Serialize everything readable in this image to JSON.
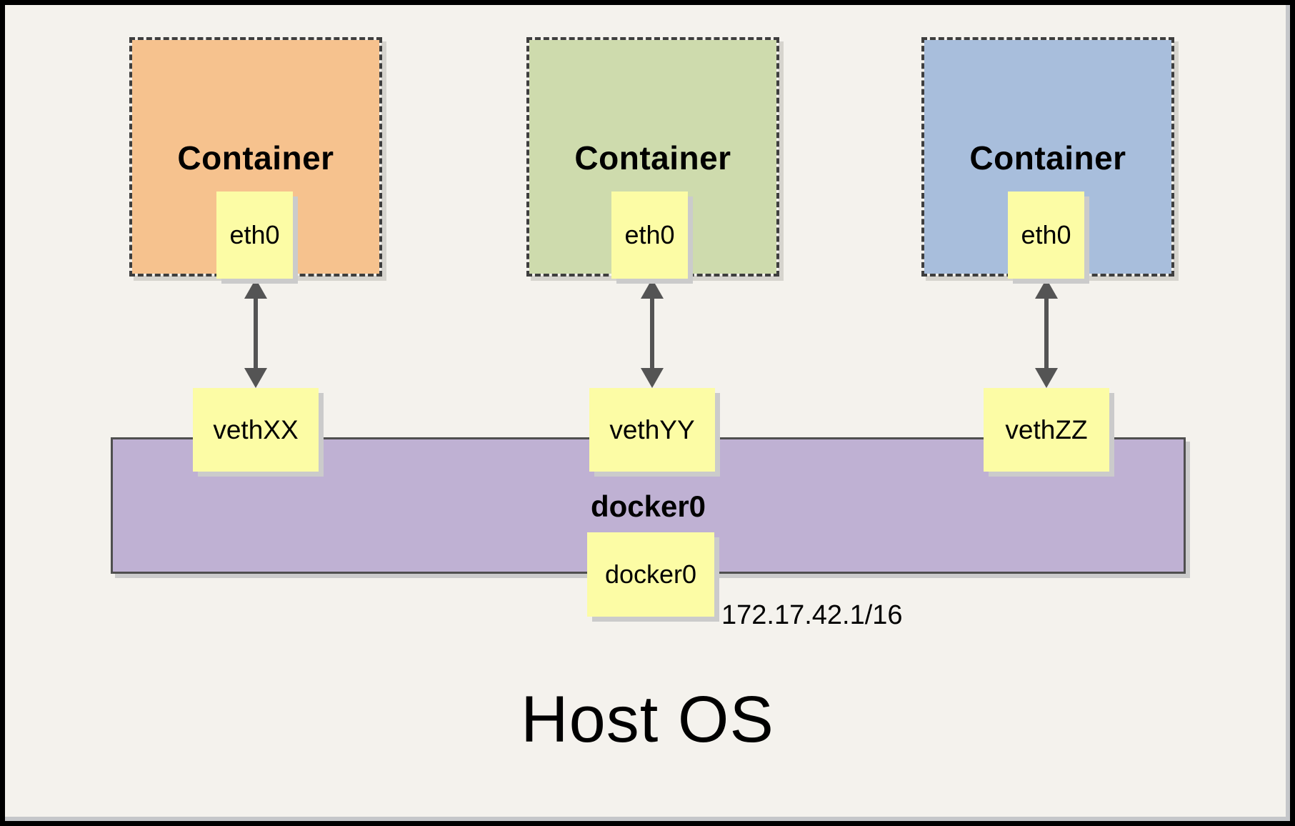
{
  "containers": [
    {
      "label": "Container",
      "interface": "eth0",
      "fill": "#F6C28E"
    },
    {
      "label": "Container",
      "interface": "eth0",
      "fill": "#CEDBAD"
    },
    {
      "label": "Container",
      "interface": "eth0",
      "fill": "#A8BEDC"
    }
  ],
  "veths": [
    {
      "label": "vethXX"
    },
    {
      "label": "vethYY"
    },
    {
      "label": "vethZZ"
    }
  ],
  "bridge": {
    "label": "docker0",
    "interface_label": "docker0",
    "ip": "172.17.42.1/16",
    "fill": "#BFB1D3"
  },
  "host": {
    "label": "Host OS"
  },
  "colors": {
    "background": "#F4F2ED",
    "note_fill": "#FCFCA5",
    "dash_border": "#3E3E3E",
    "bridge_border": "#4F4F4F",
    "arrow": "#545454",
    "shadow": "#CBCBCB",
    "frame_border": "#000000"
  }
}
